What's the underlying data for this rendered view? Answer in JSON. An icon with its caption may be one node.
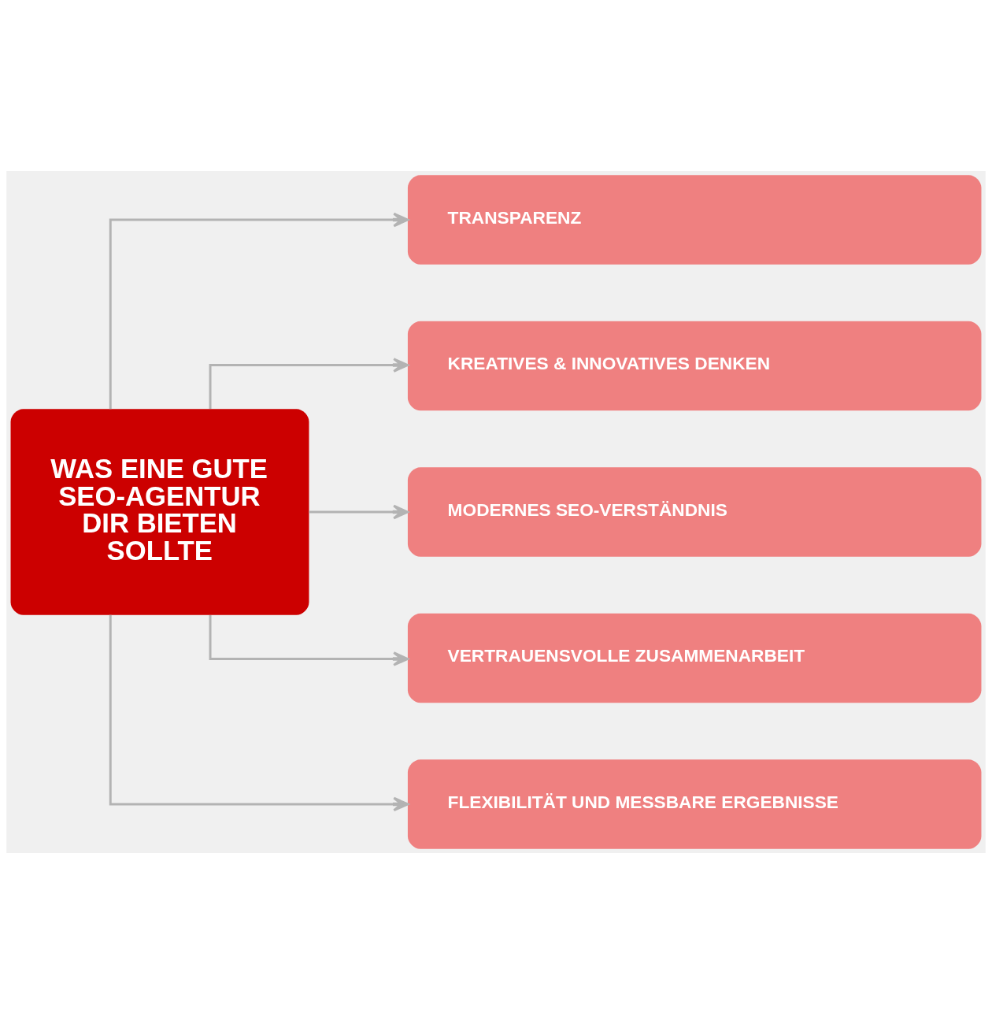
{
  "diagram": {
    "nodes": [
      {
        "text": [
          "WAS EINE GUTE SEO-AGENTUR DIR BIETEN SOLLTE"
        ]
      },
      {
        "text": [
          "TRANSPARENZ"
        ]
      },
      {
        "text": [
          "KREATIVES & INNOVATIVES DENKEN"
        ]
      },
      {
        "text": [
          "MODERNES SEO-VERSTÄNDNIS"
        ]
      },
      {
        "text": [
          "VERTRAUENSVOLLE ZUSAMMENARBEIT"
        ]
      },
      {
        "text": [
          "FLEXIBILITÄT UND MESSBARE ERGEBNISSE"
        ]
      }
    ],
    "edges": [
      {
        "from": 0,
        "to": 1,
        "arrow": "to"
      },
      {
        "from": 0,
        "to": 2,
        "arrow": "to"
      },
      {
        "from": 0,
        "to": 3,
        "arrow": "to"
      },
      {
        "from": 0,
        "to": 4,
        "arrow": "to"
      },
      {
        "from": 0,
        "to": 5,
        "arrow": "to"
      }
    ]
  }
}
